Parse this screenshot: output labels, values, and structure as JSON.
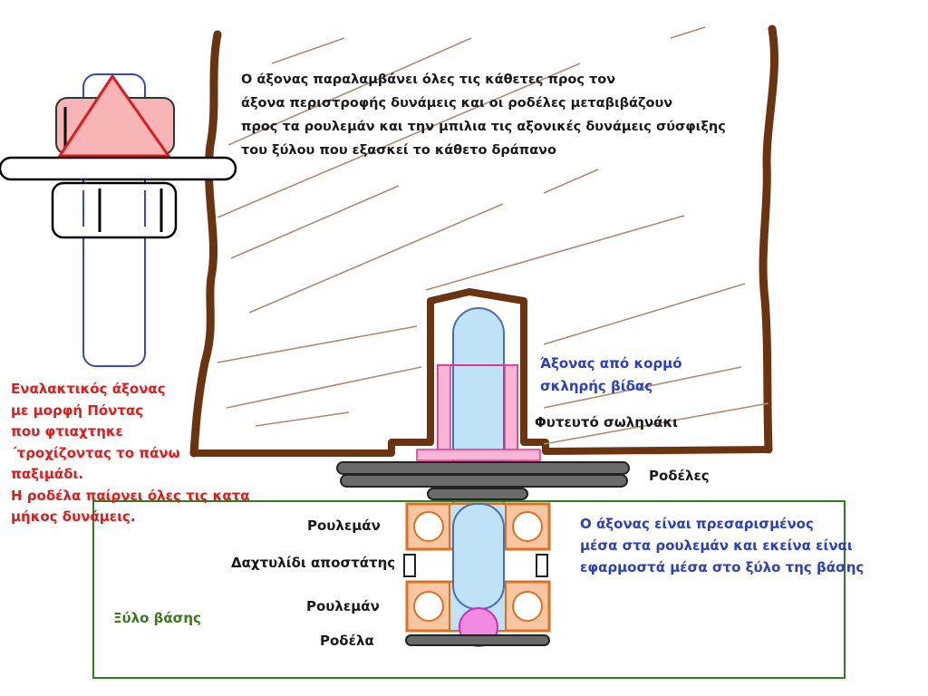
{
  "colors": {
    "wood": "#6b3410",
    "axle": "#bfe2f7",
    "axle_stroke": "#4a6fb0",
    "sleeve": "#f7b6d6",
    "sleeve_stroke": "#e0368a",
    "bearing": "#f8c6a2",
    "bearing_stroke": "#e07020",
    "washer": "#555555",
    "base_frame": "#2e7d1f",
    "label_red": "#e01b1b",
    "label_blue": "#2a3fc4",
    "label_green": "#3a7a1a"
  },
  "labels": {
    "top_note": [
      "Ο άξονας παραλαμβάνει όλες τις κάθετες προς τον",
      "άξονα περιστροφής δυνάμεις και οι ροδέλες μεταβιβάζουν",
      "προς τα ρουλεμάν και την μπιλια τις αξονικές δυνάμεις σύσφιξης",
      "του ξύλου που εξασκεί το κάθετο δράπανο"
    ],
    "axle": [
      "Άξονας από κορμό",
      "σκληρής βίδας"
    ],
    "sleeve": "Φυτευτό σωληνάκι",
    "washers": "Ροδέλες",
    "bearing_top": "Ρουλεμάν",
    "spacer": "Δαχτυλίδι αποστάτης",
    "bearing_bottom": "Ρουλεμάν",
    "washer_bottom": "Ροδέλα",
    "base_wood": "Ξύλο βάσης",
    "press_fit_note": [
      "Ο άξονας είναι πρεσαρισμένος",
      "μέσα στα ρουλεμάν και εκείνα είναι",
      "εφαρμοστά μέσα στο ξύλο της βάσης"
    ],
    "alternative_note": [
      "Εναλακτικός άξονας",
      "με μορφή Πόντας",
      "που φτιαχτηκε",
      "΄τροχίζοντας το πάνω",
      "παξιμάδι.",
      "Η ροδέλα παίρνει όλες τις κατα",
      "μήκος δυνάμεις."
    ]
  }
}
